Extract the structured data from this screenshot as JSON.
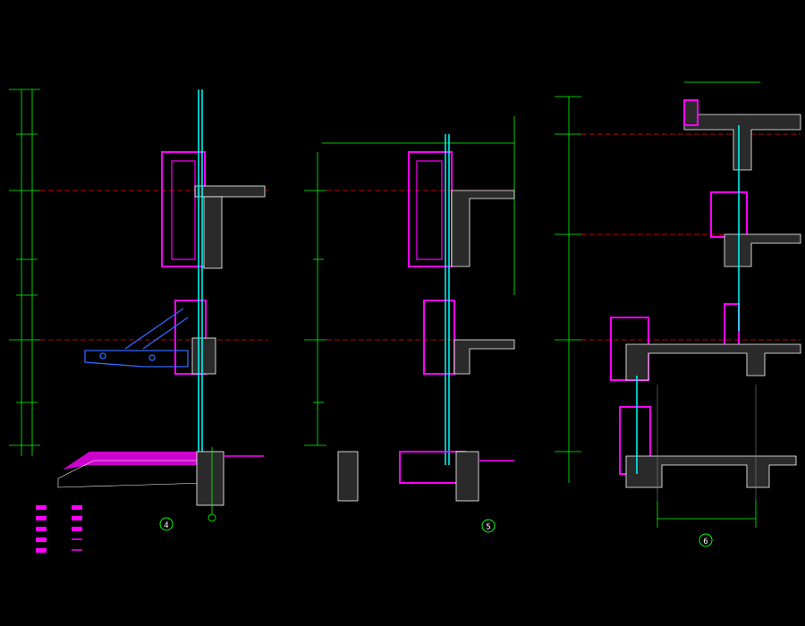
{
  "colors": {
    "background": "#000000",
    "dimension": "#00ff00",
    "wall": "#ff00ff",
    "glass": "#00ffff",
    "level": "#ff0000",
    "hatch": "#ffffff",
    "blue": "#3366ff",
    "yellow": "#ffff00",
    "gray": "#808080"
  },
  "sections": [
    {
      "id": "section-4",
      "marker": "4"
    },
    {
      "id": "section-5",
      "marker": "5"
    },
    {
      "id": "section-6",
      "marker": "6"
    }
  ]
}
